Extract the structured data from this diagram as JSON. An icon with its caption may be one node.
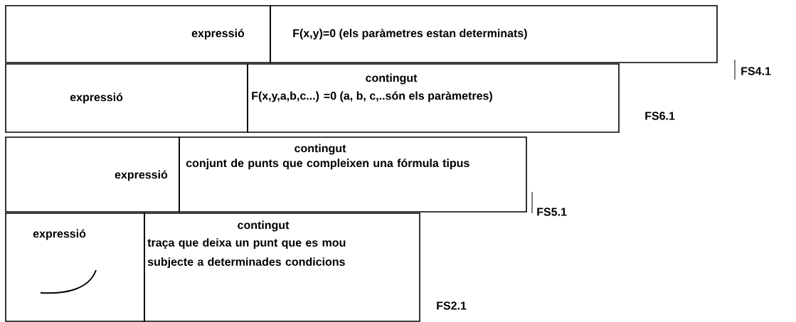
{
  "diagram": {
    "nodes": [
      {
        "text": [
          "expressió"
        ]
      },
      {
        "text": [
          "F(x,y)=0  (els paràmetres estan determinats)"
        ],
        "beside": [
          "FS4.1"
        ]
      },
      {
        "text": [
          "expressió"
        ]
      },
      {
        "text": [
          "contingut",
          "F(x,y,a,b,c...) =0  (a, b, c,..són els paràmetres)"
        ],
        "beside": [
          "FS6.1"
        ]
      },
      {
        "text": [
          "expressió"
        ]
      },
      {
        "text": [
          "contingut",
          "conjunt de punts que compleixen una fórmula tipus"
        ],
        "beside": [
          "FS5.1"
        ]
      },
      {
        "text": [
          "expressió"
        ]
      },
      {
        "text": [
          "contingut",
          "traça que deixa un punt que es mou subjecte a determinades condicions"
        ],
        "beside": [
          "FS2.1"
        ]
      }
    ]
  }
}
